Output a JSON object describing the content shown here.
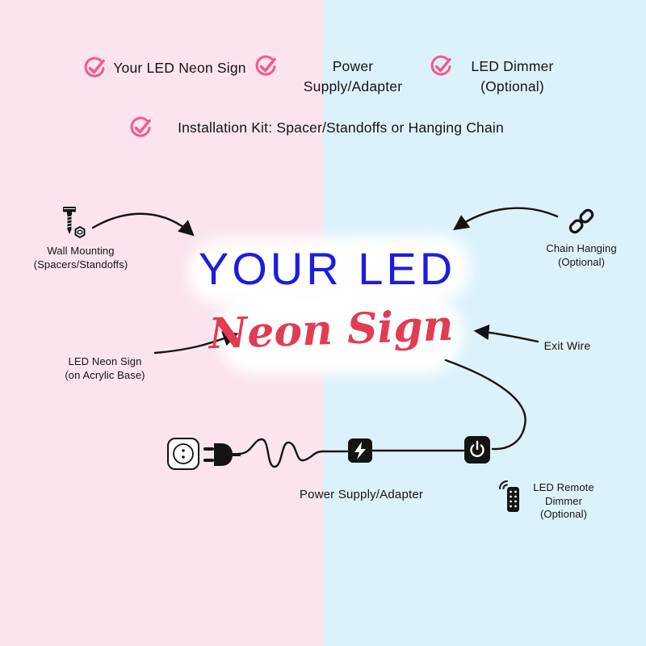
{
  "colors": {
    "pink_background": "#fbe4ee",
    "blue_background": "#dcf2fa",
    "check_pink": "#f2598c",
    "sign_blue": "#1d1ddd",
    "sign_red": "#e23c52",
    "ink": "#141414",
    "blob_white": "#ffffff"
  },
  "checklist": {
    "items": [
      {
        "label": "Your LED Neon Sign"
      },
      {
        "label": "Power Supply/Adapter"
      },
      {
        "label": "LED Dimmer (Optional)"
      },
      {
        "label": "Installation Kit: Spacer/Standoffs or Hanging Chain"
      }
    ]
  },
  "sign": {
    "title": "YOUR LED",
    "subtitle": "Neon Sign"
  },
  "callouts": {
    "wall_mounting": {
      "line1": "Wall Mounting",
      "line2": "(Spacers/Standoffs)"
    },
    "chain_hanging": {
      "line1": "Chain Hanging",
      "line2": "(Optional)"
    },
    "neon_base": {
      "line1": "LED Neon Sign",
      "line2": "(on Acrylic Base)"
    },
    "exit_wire": {
      "line1": "Exit Wire"
    },
    "power_supply": {
      "line1": "Power Supply/Adapter"
    },
    "remote": {
      "line1": "LED Remote",
      "line2": "Dimmer",
      "line3": "(Optional)"
    }
  },
  "icons": {
    "check": "circled-check",
    "wall_mounting": "screw-and-standoff",
    "chain": "chain-link",
    "socket": "power-socket",
    "plug": "power-plug",
    "adapter": "power-adapter-lightning",
    "dimmer": "dimmer-switch",
    "remote": "remote-control-with-signal"
  }
}
